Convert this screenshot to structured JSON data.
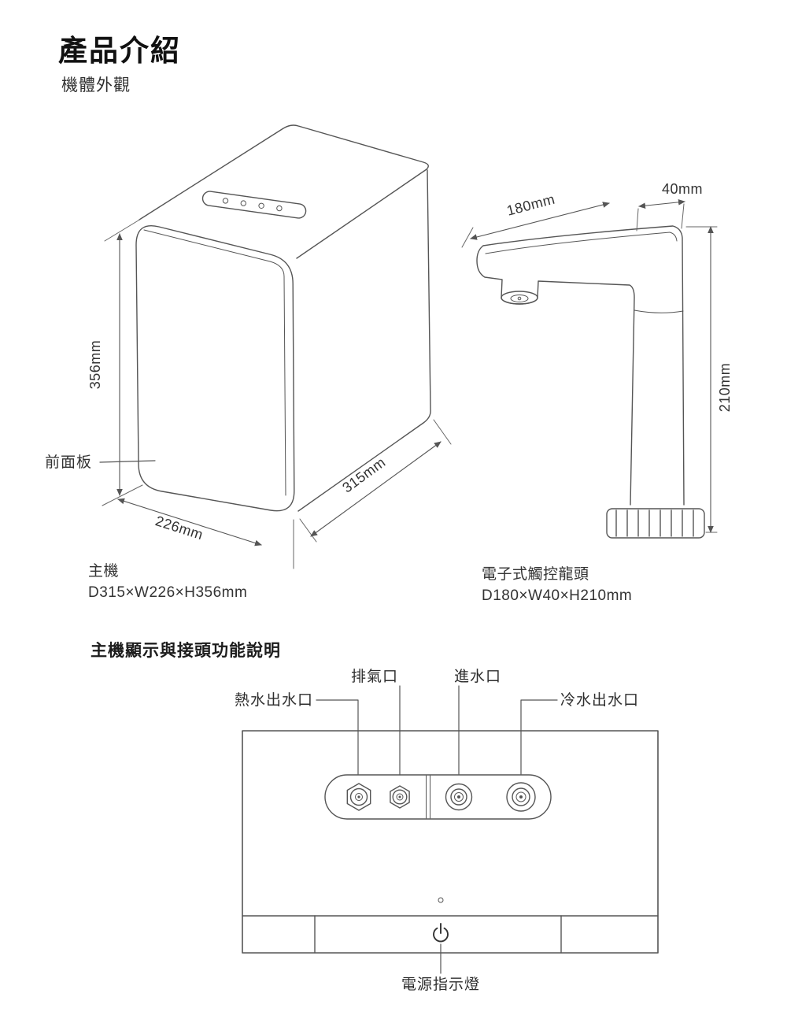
{
  "page": {
    "title": "產品介紹"
  },
  "appearance": {
    "heading": "機體外觀",
    "main_unit": {
      "front_panel_label": "前面板",
      "dim_height": "356mm",
      "dim_width": "226mm",
      "dim_depth": "315mm",
      "caption_title": "主機",
      "caption_size": "D315×W226×H356mm"
    },
    "faucet": {
      "dim_depth": "180mm",
      "dim_width": "40mm",
      "dim_height": "210mm",
      "caption_title": "電子式觸控龍頭",
      "caption_size": "D180×W40×H210mm"
    }
  },
  "ports": {
    "heading": "主機顯示與接頭功能說明",
    "hot_outlet": "熱水出水口",
    "exhaust": "排氣口",
    "inlet": "進水口",
    "cold_outlet": "冷水出水口",
    "power_indicator": "電源指示燈"
  },
  "icons": {
    "power_indicator": "power-symbol"
  },
  "colors": {
    "line": "#555555",
    "text": "#333333",
    "title": "#111111"
  }
}
